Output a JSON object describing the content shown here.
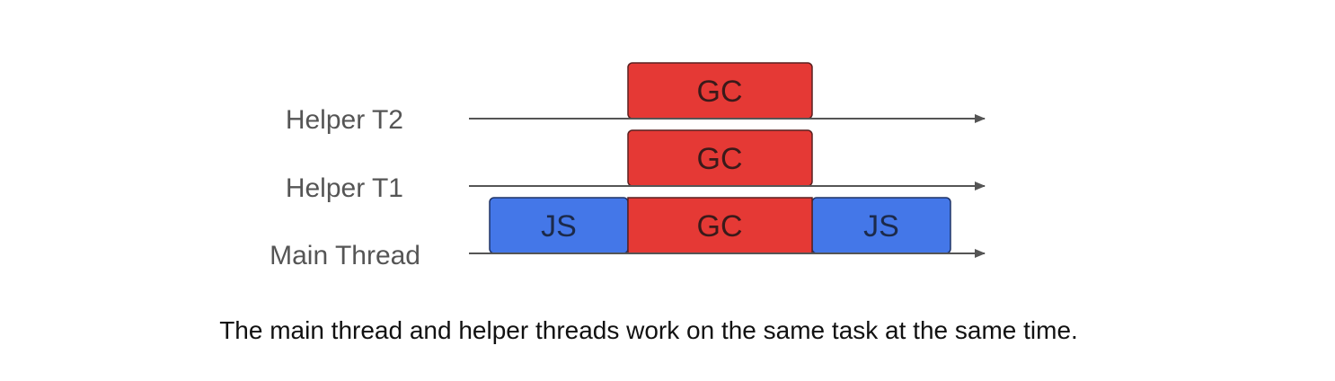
{
  "colors": {
    "gc": "#e53935",
    "js": "#4477e8",
    "axis": "#555555",
    "label": "#555555"
  },
  "lanes": [
    {
      "label": "Helper T2"
    },
    {
      "label": "Helper T1"
    },
    {
      "label": "Main Thread"
    }
  ],
  "blocks": {
    "t2_gc": "GC",
    "t1_gc": "GC",
    "main_js_1": "JS",
    "main_gc": "GC",
    "main_js_2": "JS"
  },
  "caption": "The main thread and helper threads work on the same task at the same time."
}
